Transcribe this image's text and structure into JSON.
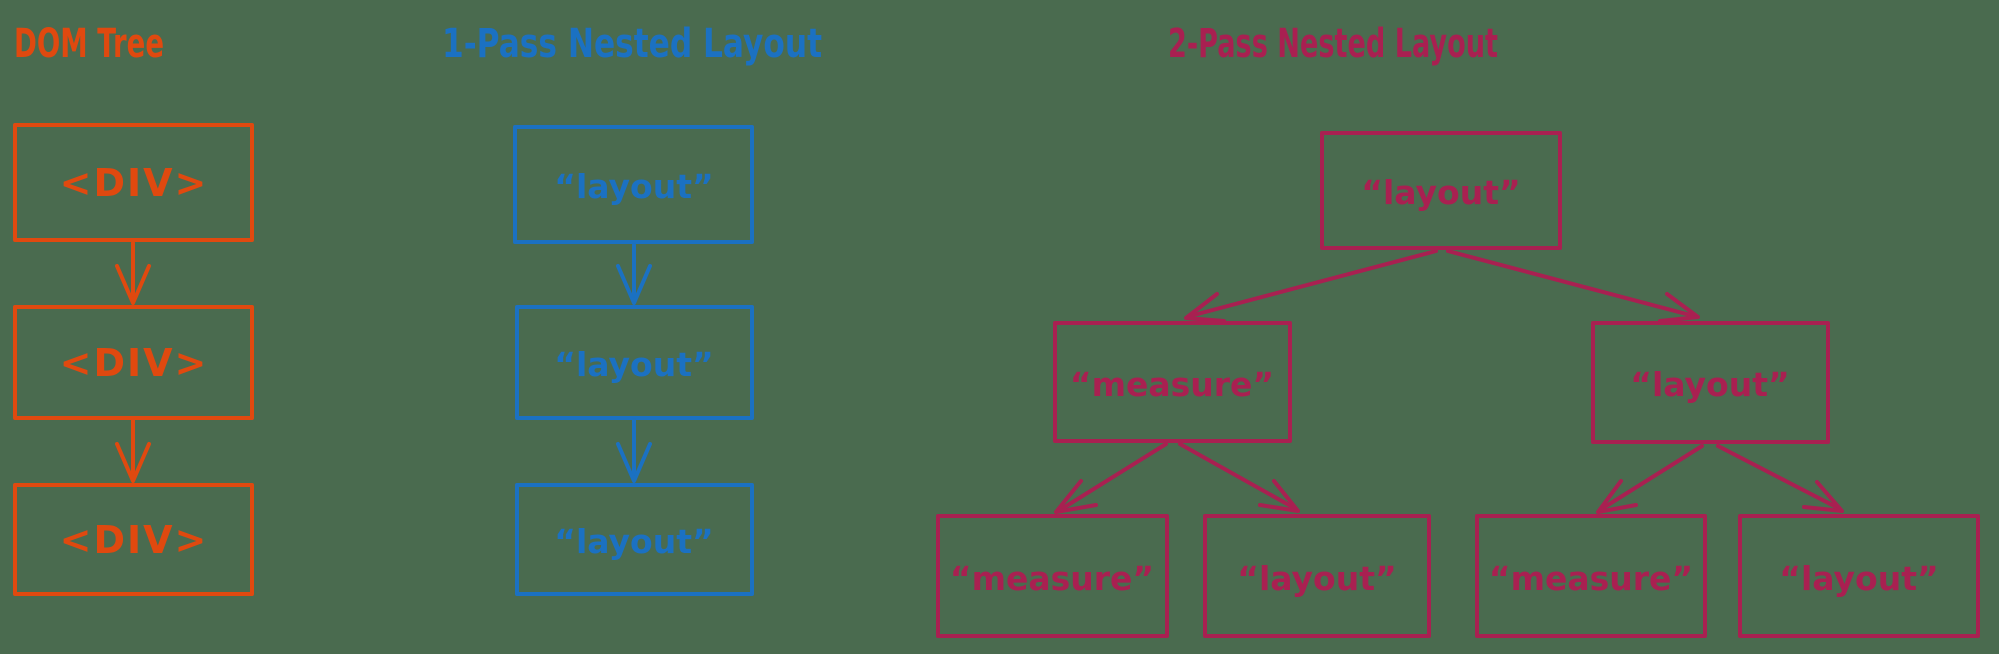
{
  "background": "#4a6b4f",
  "colors": {
    "orange": "#e0490f",
    "blue": "#1b71c2",
    "crimson": "#a92051"
  },
  "dom_tree": {
    "title": "DOM Tree",
    "nodes": [
      "<DIV>",
      "<DIV>",
      "<DIV>"
    ]
  },
  "one_pass": {
    "title": "1-Pass Nested Layout",
    "nodes": [
      "“layout”",
      "“layout”",
      "“layout”"
    ]
  },
  "two_pass": {
    "title": "2-Pass Nested Layout",
    "root": "“layout”",
    "level2": [
      "“measure”",
      "“layout”"
    ],
    "level3": [
      "“measure”",
      "“layout”",
      "“measure”",
      "“layout”"
    ]
  }
}
